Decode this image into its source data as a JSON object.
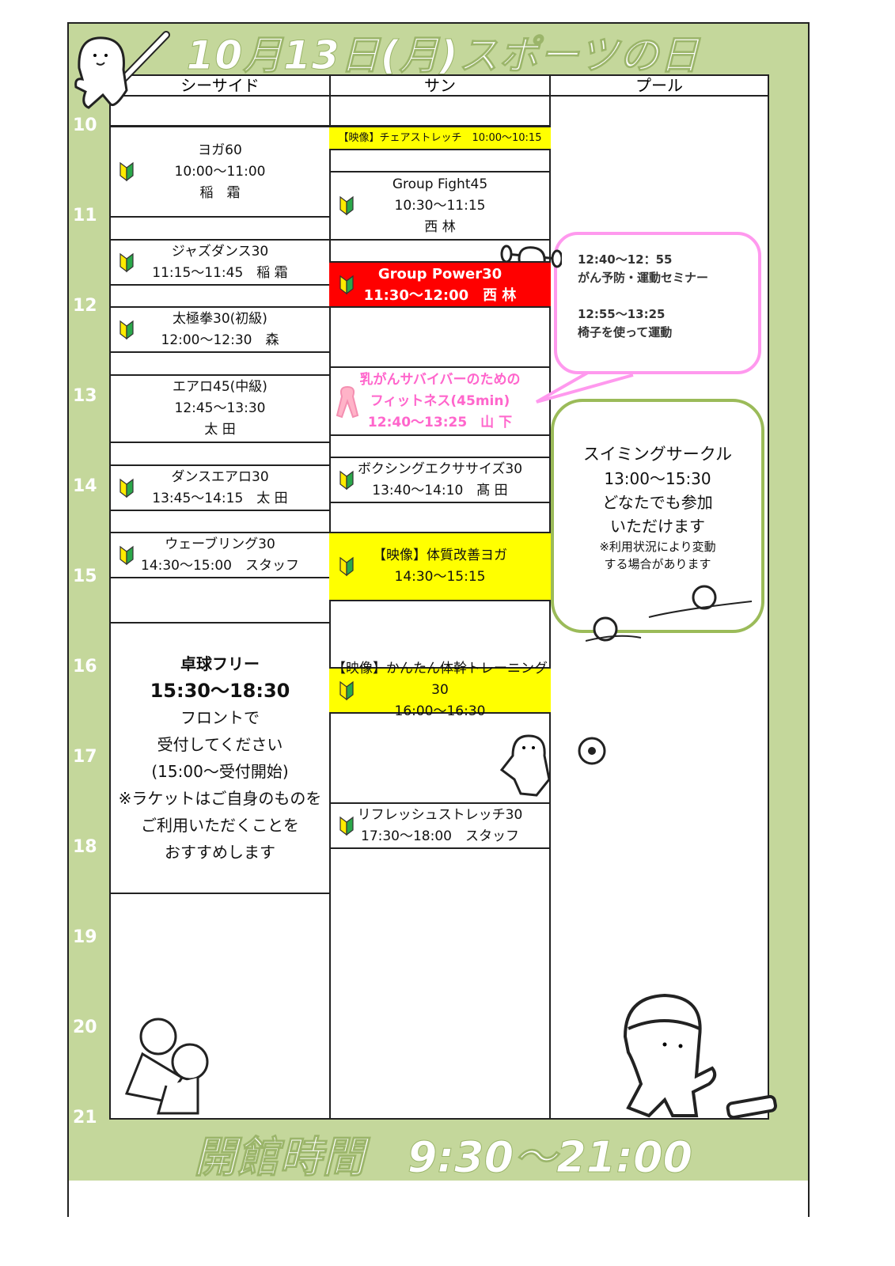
{
  "title": "10月13日(月)スポーツの日",
  "footer": "開館時間　9:30〜21:00",
  "columns": [
    "シーサイド",
    "サン",
    "プール"
  ],
  "hours": [
    "10",
    "11",
    "12",
    "13",
    "14",
    "15",
    "16",
    "17",
    "18",
    "19",
    "20",
    "21"
  ],
  "colors": {
    "green": "#c4d79b",
    "yellow": "#ffff00",
    "red": "#ff0000",
    "pink": "#ff66cc"
  },
  "seaside": [
    {
      "start": 10,
      "end": 11,
      "lines": [
        "ヨガ60",
        "10:00〜11:00",
        "稲　霜"
      ],
      "beginner": true
    },
    {
      "start": 11.25,
      "end": 11.75,
      "lines": [
        "ジャズダンス30",
        "11:15〜11:45　稲 霜"
      ],
      "beginner": true
    },
    {
      "start": 12,
      "end": 12.5,
      "lines": [
        "太極拳30(初級)",
        "12:00〜12:30　森"
      ],
      "beginner": true
    },
    {
      "start": 12.75,
      "end": 13.5,
      "lines": [
        "エアロ45(中級)",
        "12:45〜13:30",
        "太 田"
      ],
      "beginner": false
    },
    {
      "start": 13.75,
      "end": 14.25,
      "lines": [
        "ダンスエアロ30",
        "13:45〜14:15　太 田"
      ],
      "beginner": true
    },
    {
      "start": 14.5,
      "end": 15,
      "lines": [
        "ウェーブリング30",
        "14:30〜15:00　スタッフ"
      ],
      "beginner": true
    },
    {
      "start": 15.5,
      "end": 18.5,
      "lines": [
        "卓球フリー",
        "15:30〜18:30",
        "フロントで",
        "受付してください",
        "(15:00〜受付開始)",
        "※ラケットはご自身のものを",
        "ご利用いただくことを",
        "おすすめします"
      ],
      "beginner": false,
      "style": "pingpong"
    }
  ],
  "sun": [
    {
      "start": 10,
      "end": 10.25,
      "lines": [
        "【映像】チェアストレッチ　10:00〜10:15"
      ],
      "beginner": false,
      "style": "yellow-small"
    },
    {
      "start": 10.5,
      "end": 11.25,
      "lines": [
        "Group Fight45",
        "10:30〜11:15",
        "西 林"
      ],
      "beginner": true
    },
    {
      "start": 11.5,
      "end": 12,
      "lines": [
        "Group Power30",
        "11:30〜12:00　西 林"
      ],
      "beginner": true,
      "style": "red"
    },
    {
      "start": 12.67,
      "end": 13.42,
      "lines": [
        "乳がんサバイバーのための",
        "フィットネス(45min)",
        "12:40〜13:25　山 下"
      ],
      "beginner": false,
      "style": "pink"
    },
    {
      "start": 13.67,
      "end": 14.17,
      "lines": [
        "ボクシングエクササイズ30",
        "13:40〜14:10　髙 田"
      ],
      "beginner": true
    },
    {
      "start": 14.5,
      "end": 15.25,
      "lines": [
        "【映像】体質改善ヨガ",
        "14:30〜15:15"
      ],
      "beginner": true,
      "style": "yellow"
    },
    {
      "start": 16,
      "end": 16.5,
      "lines": [
        "【映像】かんたん体幹トレーニング30",
        "16:00〜16:30"
      ],
      "beginner": true,
      "style": "yellow"
    },
    {
      "start": 17.5,
      "end": 18,
      "lines": [
        "リフレッシュストレッチ30",
        "17:30〜18:00　スタッフ"
      ],
      "beginner": true
    }
  ],
  "seminar": {
    "lines": [
      "12:40〜12：55",
      "がん予防・運動セミナー",
      "",
      "12:55〜13:25",
      "椅子を使って運動"
    ]
  },
  "swimming": {
    "title": "スイミングサークル",
    "time": "13:00〜15:30",
    "desc1": "どなたでも参加",
    "desc2": "いただけます",
    "note1": "※利用状況により変動",
    "note2": "する場合があります"
  }
}
